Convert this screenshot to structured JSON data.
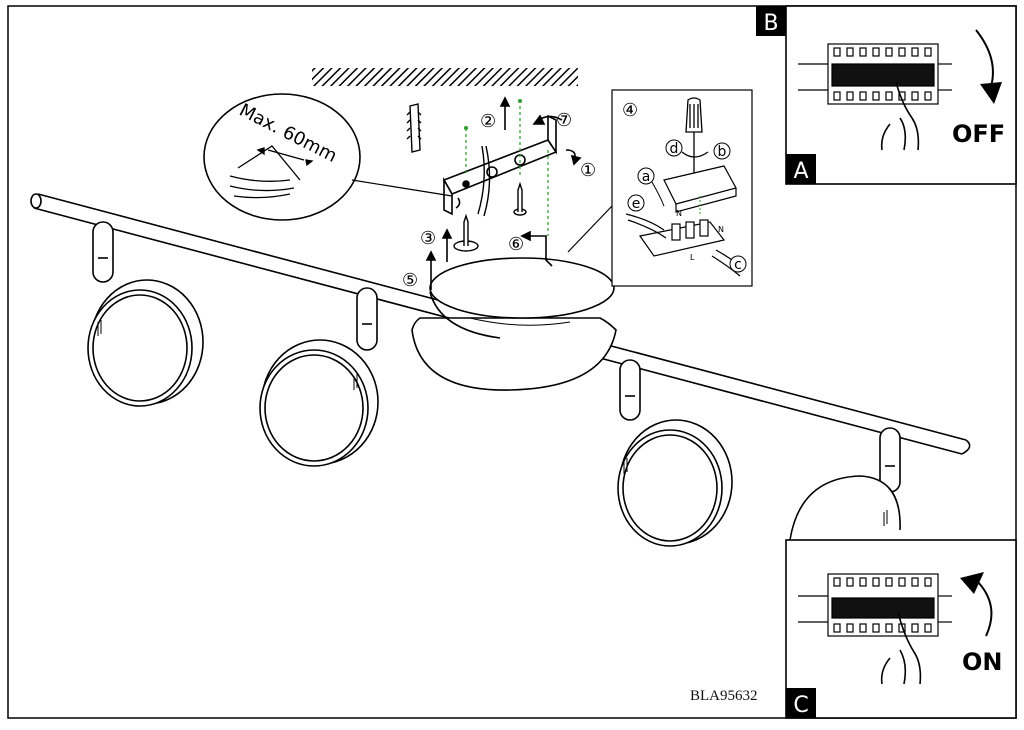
{
  "steps": {
    "s1": "①",
    "s2": "②",
    "s3": "③",
    "s4": "④",
    "s5": "⑤",
    "s6": "⑥",
    "s7": "⑦"
  },
  "wire_note": "Max. 60mm",
  "terminal_labels": {
    "a": "a",
    "b": "b",
    "c": "c",
    "d": "d",
    "e": "e"
  },
  "terminal_marks": [
    "N",
    "L",
    "N"
  ],
  "panel_a": {
    "letter": "A"
  },
  "panel_b": {
    "letter": "B",
    "action": "OFF"
  },
  "panel_c": {
    "letter": "C",
    "action": "ON"
  },
  "model_code": "BLA95632"
}
